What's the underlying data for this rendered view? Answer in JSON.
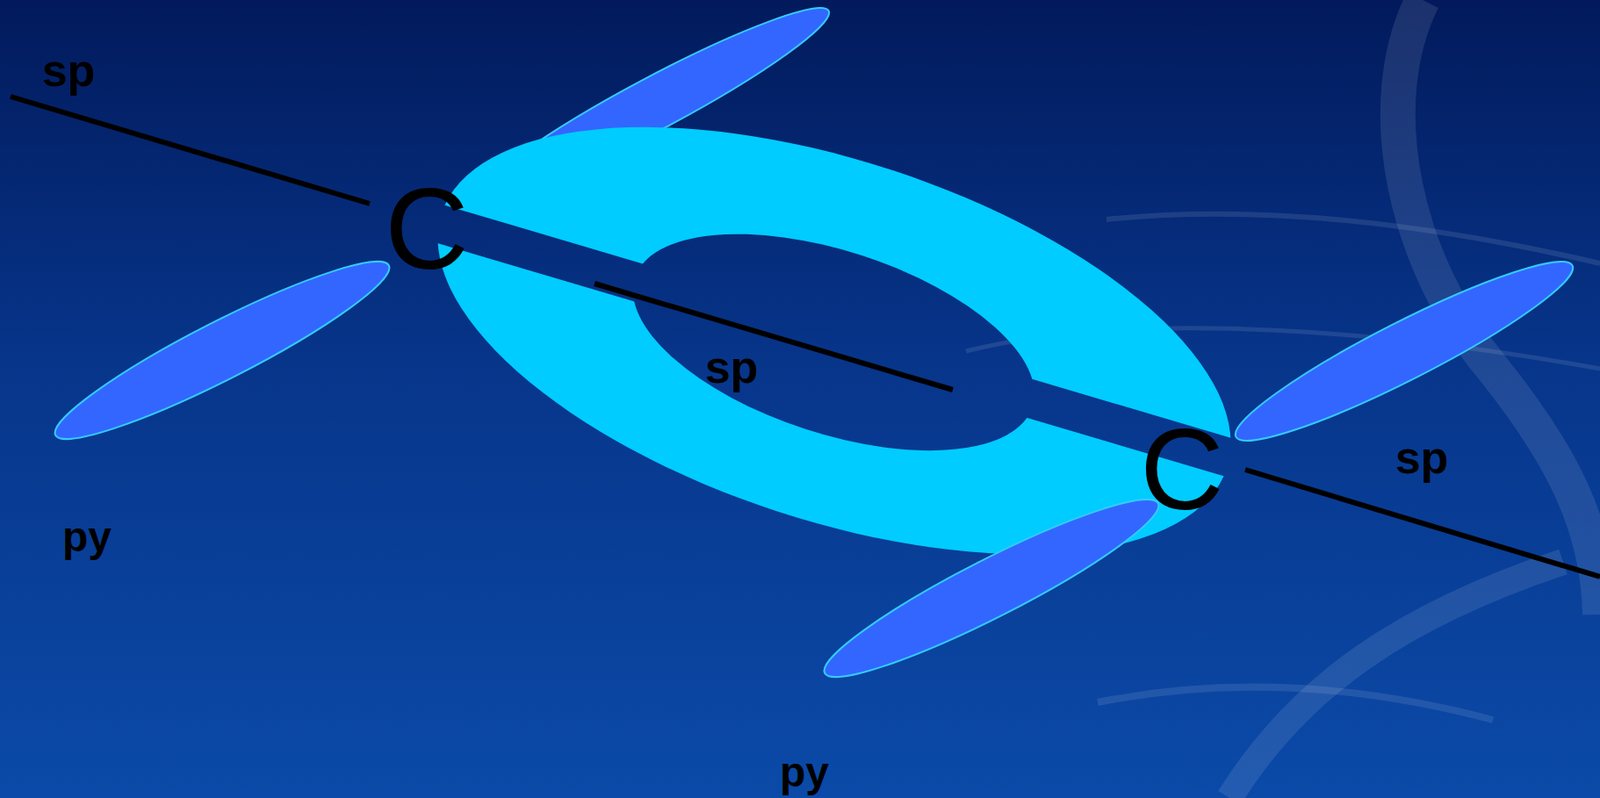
{
  "diagram": {
    "labels": [
      "sp",
      "C",
      "sp",
      "C",
      "sp",
      "py",
      "py"
    ]
  }
}
